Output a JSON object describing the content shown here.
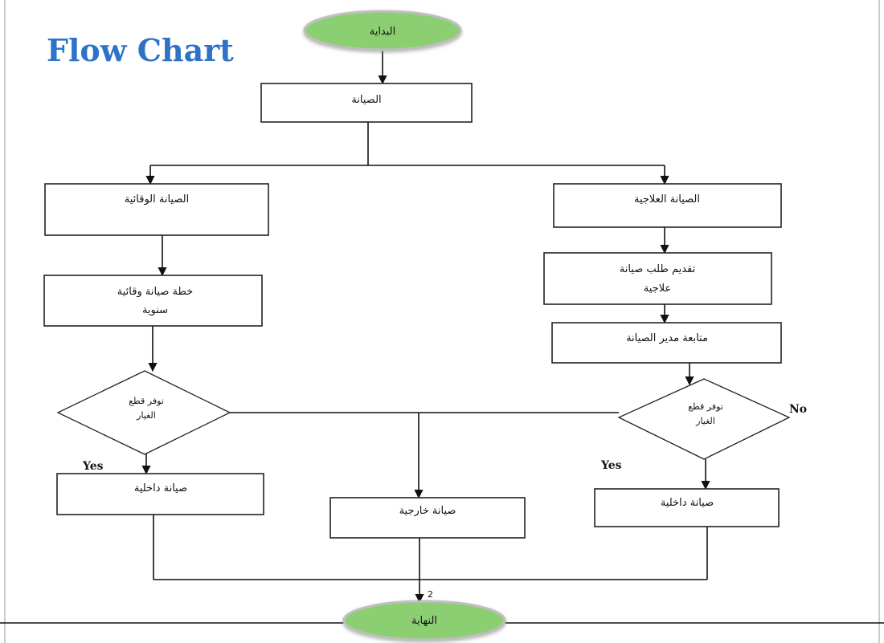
{
  "title": "Flow Chart",
  "colors": {
    "title": "#2e73c8",
    "terminal_fill": "#8ccf72",
    "line": "#111111"
  },
  "nodes": {
    "start": "البداية",
    "maintenance": "الصيانة",
    "preventive": "الصيانة الوقائية",
    "corrective": "الصيانة العلاجية",
    "annual_plan_line1": "خطة صيانة وقائية",
    "annual_plan_line2": "سنوية",
    "request_line1": "تقديم طلب صيانة",
    "request_line2": "علاجية",
    "manager_followup": "متابعة مدير الصيانة",
    "decision_left_line1": "توفر قطع",
    "decision_left_line2": "الغيار",
    "decision_right_line1": "توفر قطع",
    "decision_right_line2": "الغيار",
    "internal_left": "صيانة داخلية",
    "external": "صيانة خارجية",
    "internal_right": "صيانة داخلية",
    "end": "النهاية"
  },
  "edge_labels": {
    "yes_left": "Yes",
    "yes_right": "Yes",
    "no_right": "No",
    "end_marker": "2"
  }
}
